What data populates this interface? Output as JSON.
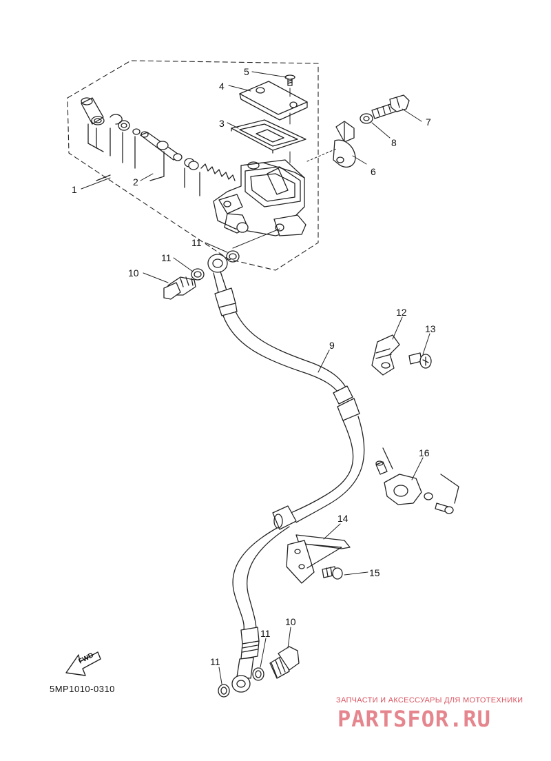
{
  "callouts": [
    {
      "id": "c1",
      "text": "1"
    },
    {
      "id": "c2",
      "text": "2"
    },
    {
      "id": "c3",
      "text": "3"
    },
    {
      "id": "c4",
      "text": "4"
    },
    {
      "id": "c5",
      "text": "5"
    },
    {
      "id": "c6",
      "text": "6"
    },
    {
      "id": "c7",
      "text": "7"
    },
    {
      "id": "c8",
      "text": "8"
    },
    {
      "id": "c9",
      "text": "9"
    },
    {
      "id": "c10a",
      "text": "10"
    },
    {
      "id": "c10b",
      "text": "10"
    },
    {
      "id": "c11a",
      "text": "11"
    },
    {
      "id": "c11b",
      "text": "11"
    },
    {
      "id": "c11c",
      "text": "11"
    },
    {
      "id": "c11d",
      "text": "11"
    },
    {
      "id": "c12",
      "text": "12"
    },
    {
      "id": "c13",
      "text": "13"
    },
    {
      "id": "c14",
      "text": "14"
    },
    {
      "id": "c15",
      "text": "15"
    },
    {
      "id": "c16",
      "text": "16"
    }
  ],
  "fwd_label": "FWD",
  "diagram_code": "5MP1010-0310",
  "watermark": {
    "tagline": "ЗАПЧАСТИ И АКСЕССУАРЫ ДЛЯ МОТОТЕХНИКИ",
    "brand": "PARTSFOR.RU"
  },
  "colors": {
    "line": "#222222",
    "watermark_tagline": "#d9535f",
    "watermark_brand": "#e5858d"
  }
}
